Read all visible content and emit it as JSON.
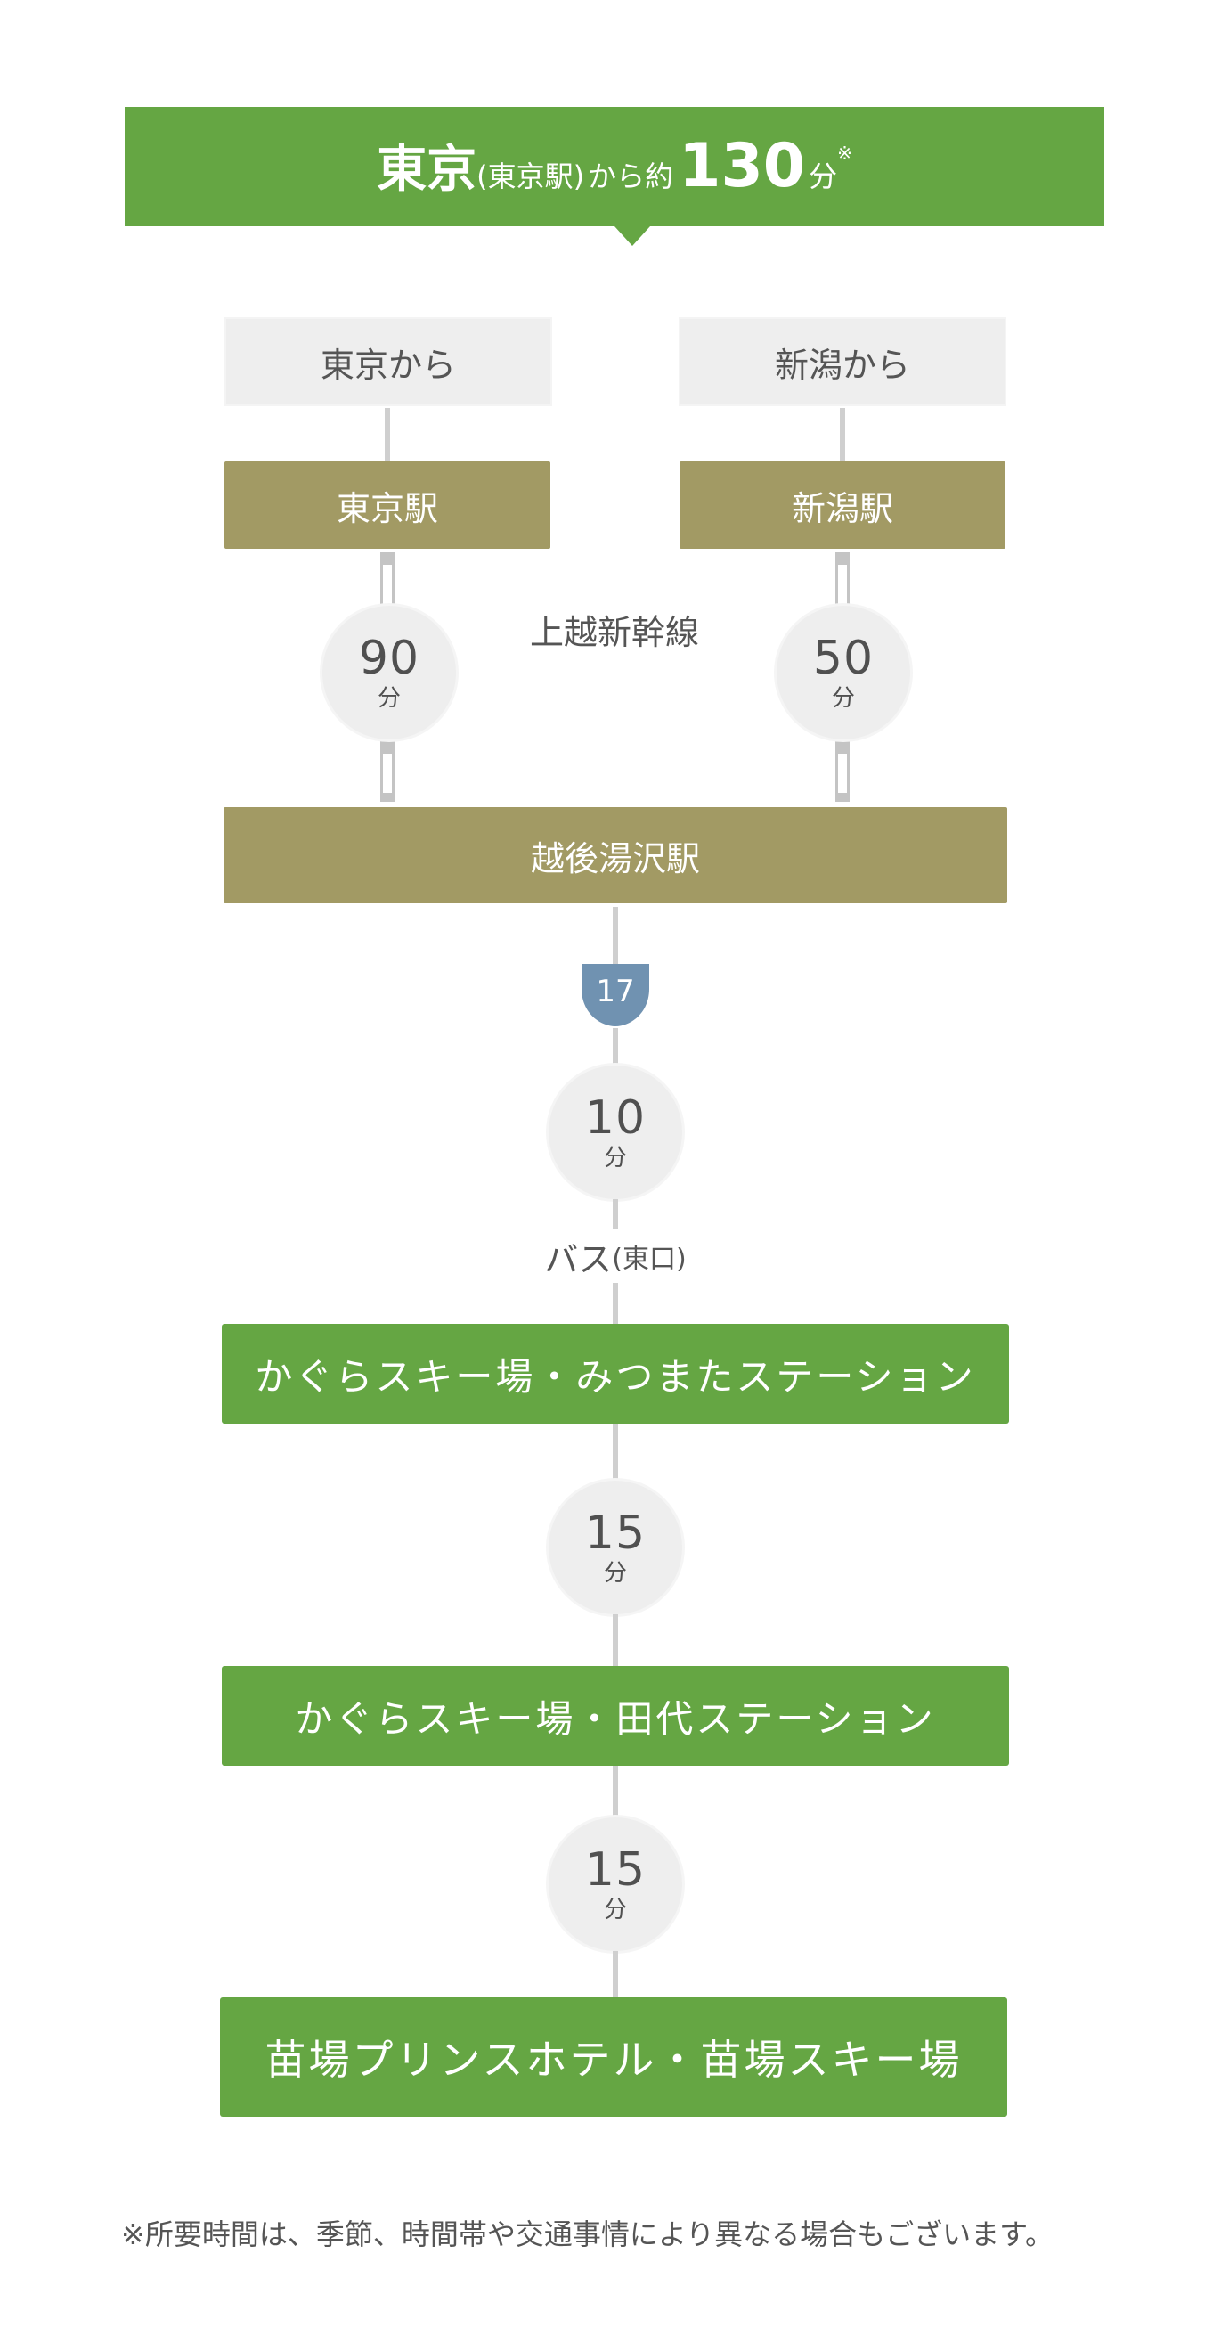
{
  "header": {
    "origin": "東京",
    "origin_detail": "(東京駅)",
    "from_about": "から約",
    "minutes": "130",
    "unit": "分",
    "mark": "※"
  },
  "routes": {
    "tokyo": {
      "from_label": "東京から",
      "station": "東京駅",
      "time": "90",
      "unit": "分"
    },
    "niigata": {
      "from_label": "新潟から",
      "station": "新潟駅",
      "time": "50",
      "unit": "分"
    },
    "line_name": "上越新幹線"
  },
  "hub_station": "越後湯沢駅",
  "route_shield": {
    "number": "17",
    "color": "#7092b1"
  },
  "bus_leg": {
    "time": "10",
    "unit": "分",
    "mode": "バス",
    "mode_detail": "(東口)"
  },
  "stops": [
    {
      "name": "かぐらスキー場・みつまたステーション"
    },
    {
      "time": "15",
      "unit": "分"
    },
    {
      "name": "かぐらスキー場・田代ステーション"
    },
    {
      "time": "15",
      "unit": "分"
    },
    {
      "name": "苗場プリンスホテル・苗場スキー場"
    }
  ],
  "note": "※所要時間は、季節、時間帯や交通事情により異なる場合もございます。",
  "colors": {
    "green": "#65a643",
    "khaki": "#a29a64",
    "gray_box": "#eeeeee",
    "line": "#cfcfcf"
  }
}
